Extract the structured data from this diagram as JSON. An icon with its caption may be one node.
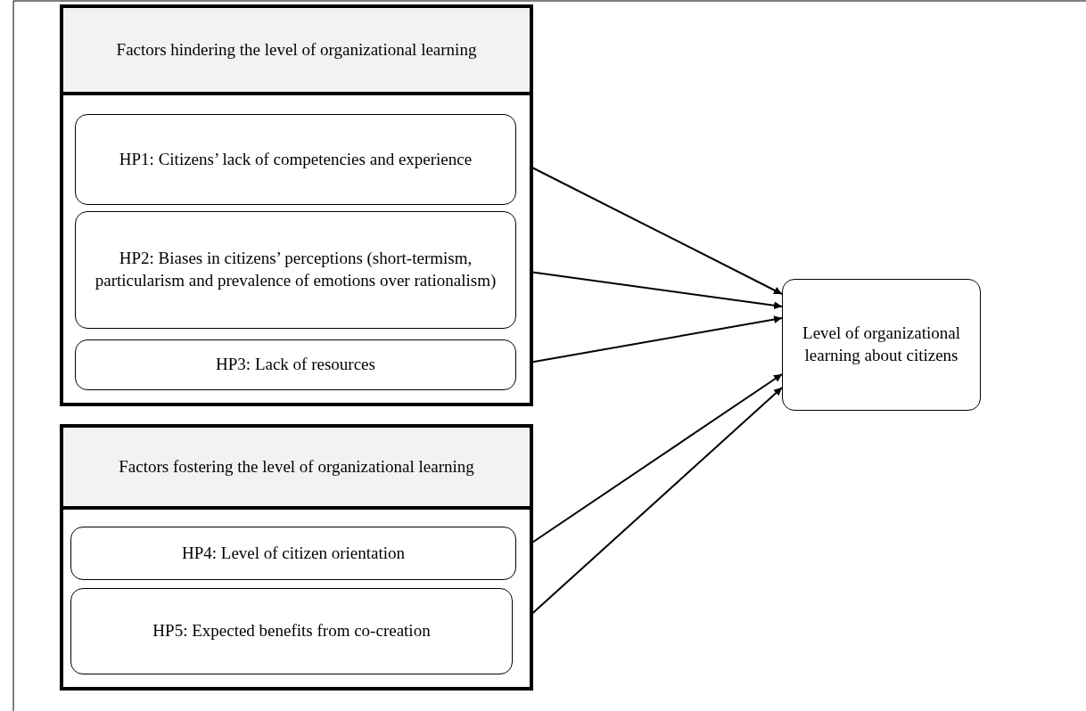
{
  "diagram": {
    "nodes": [
      {
        "text": [
          "Factors hindering the level of organizational learning"
        ]
      },
      {
        "text": [
          "HP1: Citizens’ lack of competencies and experience"
        ],
        "in": 0
      },
      {
        "text": [
          "HP2: Biases in citizens’ perceptions (short-termism, particularism and prevalence of emotions over rationalism)"
        ],
        "in": 0
      },
      {
        "text": [
          "HP3: Lack of resources"
        ],
        "in": 0
      },
      {
        "text": [
          "Factors fostering the level of organizational learning"
        ]
      },
      {
        "text": [
          "HP4: Level of citizen orientation"
        ],
        "in": 4
      },
      {
        "text": [
          "HP5: Expected benefits from co-creation"
        ],
        "in": 4
      },
      {
        "text": [
          "Level of organizational learning about citizens"
        ]
      }
    ],
    "edges": [
      {
        "from": 1,
        "to": 7,
        "arrow": "to"
      },
      {
        "from": 2,
        "to": 7,
        "arrow": "to"
      },
      {
        "from": 3,
        "to": 7,
        "arrow": "to"
      },
      {
        "from": 5,
        "to": 7,
        "arrow": "to"
      },
      {
        "from": 6,
        "to": 7,
        "arrow": "to"
      }
    ]
  }
}
